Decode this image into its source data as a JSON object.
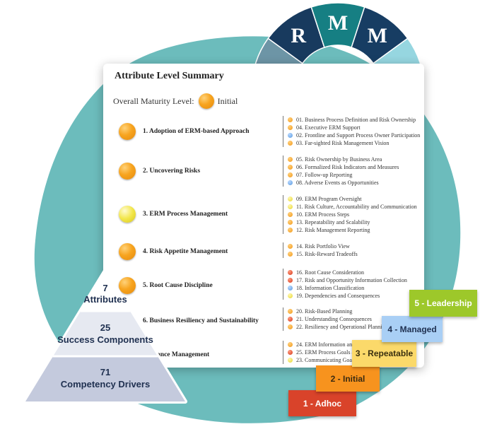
{
  "gauge": {
    "letters": [
      "R",
      "M",
      "M"
    ],
    "colors": [
      "#6d95a6",
      "#183a5e",
      "#167f83",
      "#173d63",
      "#96d6e0"
    ]
  },
  "summary": {
    "title": "Attribute Level Summary",
    "overall_label": "Overall Maturity Level:",
    "overall_value": "Initial",
    "attributes": [
      {
        "label": "1. Adoption of ERM-based Approach",
        "level": "orange",
        "components": [
          {
            "text": "01. Business Process Definition and Risk Ownership",
            "level": "orange"
          },
          {
            "text": "04. Executive ERM Support",
            "level": "orange"
          },
          {
            "text": "02. Frontline and Support Process Owner Participation",
            "level": "blue"
          },
          {
            "text": "03. Far-sighted Risk Management Vision",
            "level": "orange"
          }
        ]
      },
      {
        "label": "2. Uncovering Risks",
        "level": "orange",
        "components": [
          {
            "text": "05. Risk Ownership by Business Area",
            "level": "orange"
          },
          {
            "text": "06. Formalized Risk Indicators and Measures",
            "level": "orange"
          },
          {
            "text": "07. Follow-up Reporting",
            "level": "orange"
          },
          {
            "text": "08. Adverse Events as Opportunities",
            "level": "blue"
          }
        ]
      },
      {
        "label": "3. ERM Process Management",
        "level": "yellow",
        "components": [
          {
            "text": "09. ERM Program Oversight",
            "level": "yellow"
          },
          {
            "text": "11. Risk Culture, Accountability and Communication",
            "level": "yellow"
          },
          {
            "text": "10. ERM Process Steps",
            "level": "orange"
          },
          {
            "text": "13. Repeatability and Scalability",
            "level": "orange"
          },
          {
            "text": "12. Risk Management Reporting",
            "level": "orange"
          }
        ]
      },
      {
        "label": "4. Risk Appetite Management",
        "level": "orange",
        "components": [
          {
            "text": "14. Risk Portfolio View",
            "level": "orange"
          },
          {
            "text": "15. Risk-Reward Tradeoffs",
            "level": "orange"
          }
        ]
      },
      {
        "label": "5. Root Cause Discipline",
        "level": "orange",
        "components": [
          {
            "text": "16. Root Cause Consideration",
            "level": "red"
          },
          {
            "text": "17. Risk and Opportunity Information Collection",
            "level": "red"
          },
          {
            "text": "18. Information Classification",
            "level": "blue"
          },
          {
            "text": "19. Dependencies and Consequences",
            "level": "yellow"
          }
        ]
      },
      {
        "label": "6. Business Resiliency and Sustainability",
        "level": "orange",
        "components": [
          {
            "text": "20. Risk-Based Planning",
            "level": "orange"
          },
          {
            "text": "21. Understanding Consequences",
            "level": "red"
          },
          {
            "text": "22. Resiliency and Operational Planning",
            "level": "orange"
          }
        ]
      },
      {
        "label": "formance Management",
        "level": "orange",
        "components": [
          {
            "text": "24. ERM Information and",
            "level": "orange"
          },
          {
            "text": "25. ERM Process Goals and",
            "level": "red"
          },
          {
            "text": "23. Communicating Goals",
            "level": "yellow"
          }
        ]
      }
    ]
  },
  "pyramid": {
    "top": {
      "number": "7",
      "label": "Attributes"
    },
    "middle": {
      "number": "25",
      "label": "Success Components"
    },
    "bottom": {
      "number": "71",
      "label": "Competency Drivers"
    }
  },
  "steps": [
    {
      "label": "1 - Adhoc",
      "color": "#d9432a",
      "text_color": "#ffffff"
    },
    {
      "label": "2 - Initial",
      "color": "#f7931e",
      "text_color": "#3a2a10"
    },
    {
      "label": "3 - Repeatable",
      "color": "#fbd96a",
      "text_color": "#3a3010"
    },
    {
      "label": "4 - Managed",
      "color": "#a9cff5",
      "text_color": "#1f3050"
    },
    {
      "label": "5 - Leadership",
      "color": "#9dc82a",
      "text_color": "#ffffff"
    }
  ]
}
